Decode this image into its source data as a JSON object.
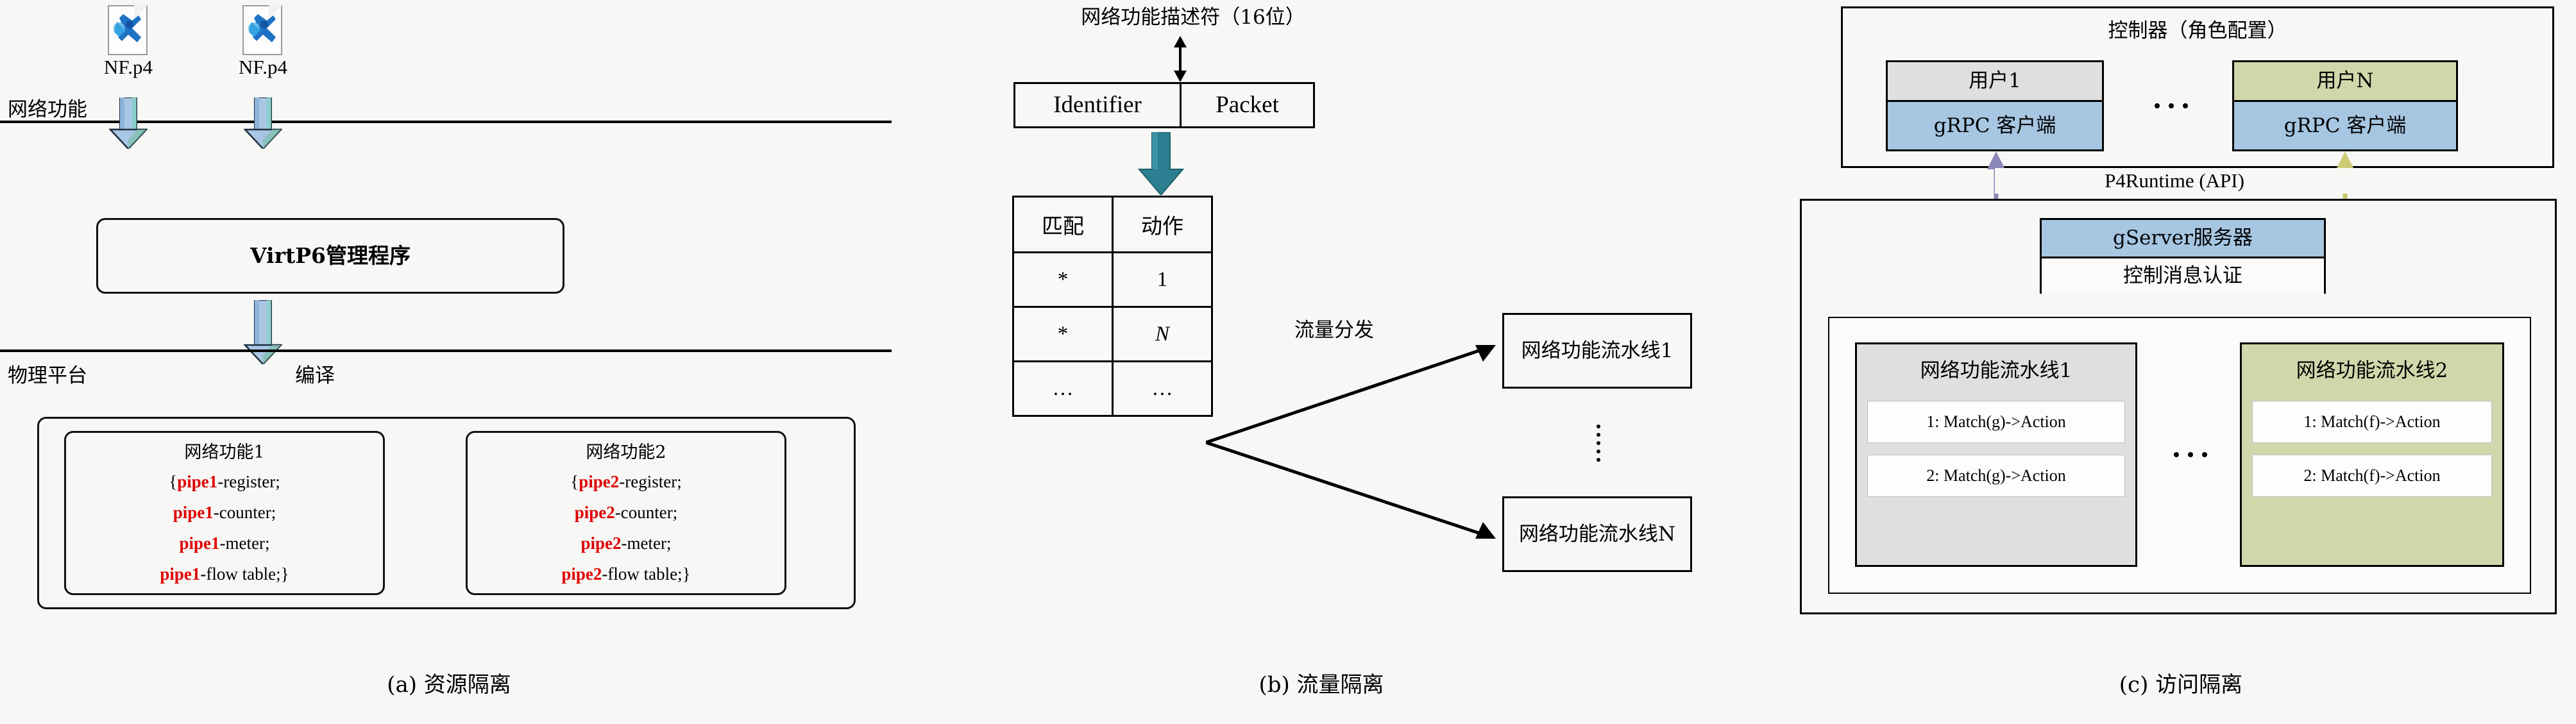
{
  "panel_a": {
    "caption": "(a) 资源隔离",
    "lane_top_label": "网络功能",
    "lane_bottom_label": "物理平台",
    "compile_label": "编译",
    "files": [
      {
        "name": "NF.p4",
        "icon": "p4-file-icon"
      },
      {
        "name": "NF.p4",
        "icon": "p4-file-icon"
      }
    ],
    "manager_box": "VirtP6管理程序",
    "nf_blocks": [
      {
        "title": "网络功能1",
        "lines": [
          {
            "prefix": "{",
            "pipe": "pipe1",
            "rest": "-register;"
          },
          {
            "prefix": "",
            "pipe": "pipe1",
            "rest": "-counter;"
          },
          {
            "prefix": "",
            "pipe": "pipe1",
            "rest": "-meter;"
          },
          {
            "prefix": "",
            "pipe": "pipe1",
            "rest": "-flow table;}"
          }
        ]
      },
      {
        "title": "网络功能2",
        "lines": [
          {
            "prefix": "{",
            "pipe": "pipe2",
            "rest": "-register;"
          },
          {
            "prefix": "",
            "pipe": "pipe2",
            "rest": "-counter;"
          },
          {
            "prefix": "",
            "pipe": "pipe2",
            "rest": "-meter;"
          },
          {
            "prefix": "",
            "pipe": "pipe2",
            "rest": "-flow table;}"
          }
        ]
      }
    ]
  },
  "panel_b": {
    "caption": "(b) 流量隔离",
    "descriptor_label": "网络功能描述符（16位）",
    "packet": {
      "identifier": "Identifier",
      "payload": "Packet"
    },
    "distribute_label": "流量分发",
    "table": {
      "headers": [
        "匹配",
        "动作"
      ],
      "rows": [
        [
          "*",
          "1"
        ],
        [
          "*",
          "N"
        ],
        [
          "…",
          "…"
        ]
      ]
    },
    "pipelines": [
      "网络功能流水线1",
      "网络功能流水线N"
    ],
    "pipeline_lines": [
      "网络功能流水",
      "网络功能流水"
    ],
    "pipeline_suffix": [
      "线1",
      "线N"
    ]
  },
  "panel_c": {
    "caption": "(c) 访问隔离",
    "controller_title": "控制器（角色配置）",
    "users": [
      {
        "name": "用户1",
        "client": "gRPC 客户端",
        "color": "#dfdfdf"
      },
      {
        "name": "用户N",
        "client": "gRPC 客户端",
        "color": "#d2d7ab"
      }
    ],
    "ellipsis": "…",
    "api_label": "P4Runtime (API)",
    "server": {
      "title": "gServer服务器",
      "subtitle": "控制消息认证"
    },
    "pipelines": [
      {
        "title": "网络功能流水线1",
        "color": "#dfdfdf",
        "rules": [
          "1: Match(g)->Action",
          "2: Match(g)->Action"
        ]
      },
      {
        "title": "网络功能流水线2",
        "color": "#d2d7ab",
        "rules": [
          "1: Match(f)->Action",
          "2: Match(f)->Action"
        ]
      }
    ]
  },
  "colors": {
    "arrow_blue": "#a9c6e4",
    "arrow_teal": "#2b7f90",
    "accent_red": "#e00000",
    "fill_gray": "#dfdfdf",
    "fill_olive": "#d2d7ab",
    "fill_blue": "#a6c6e2",
    "background": "#f7f7f5"
  }
}
